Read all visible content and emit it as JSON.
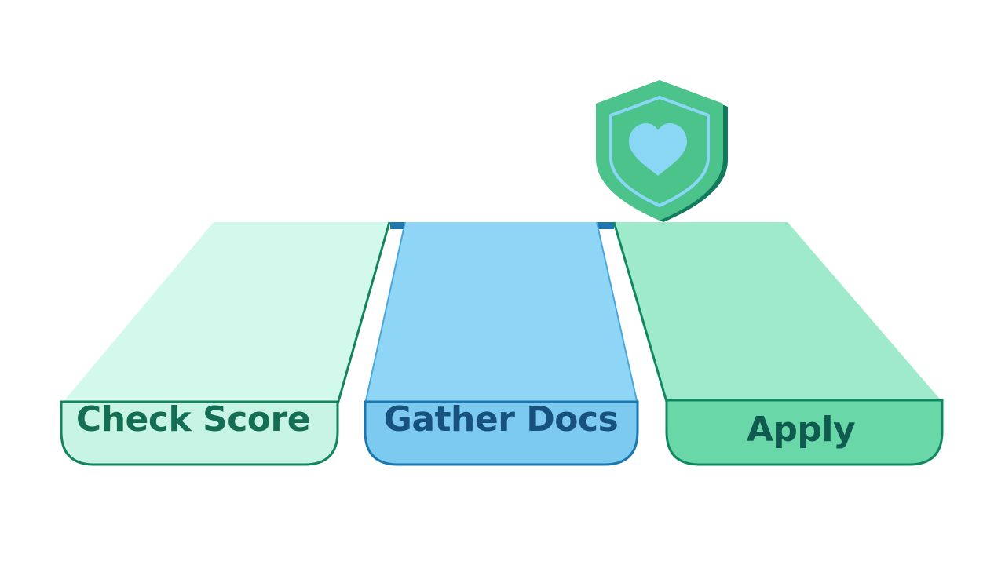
{
  "steps": [
    {
      "label": "Check Score",
      "fill": "#d3f8ec",
      "fill_dark": "#c1f1e1",
      "edge": "#13845e",
      "text_color": "#136e54"
    },
    {
      "label": "Gather Docs",
      "fill": "#8ed5f6",
      "fill_dark": "#78c6ee",
      "edge": "#1b77ad",
      "text_color": "#17517d"
    },
    {
      "label": "Apply",
      "fill": "#9eeacb",
      "fill_dark": "#6ad7a8",
      "edge": "#10885f",
      "text_color": "#0f5b4f"
    }
  ],
  "shield": {
    "icon": "shield-heart-icon",
    "fill": "#4cc38a",
    "edge": "#127a5d",
    "heart_fill": "#89d6f5"
  }
}
